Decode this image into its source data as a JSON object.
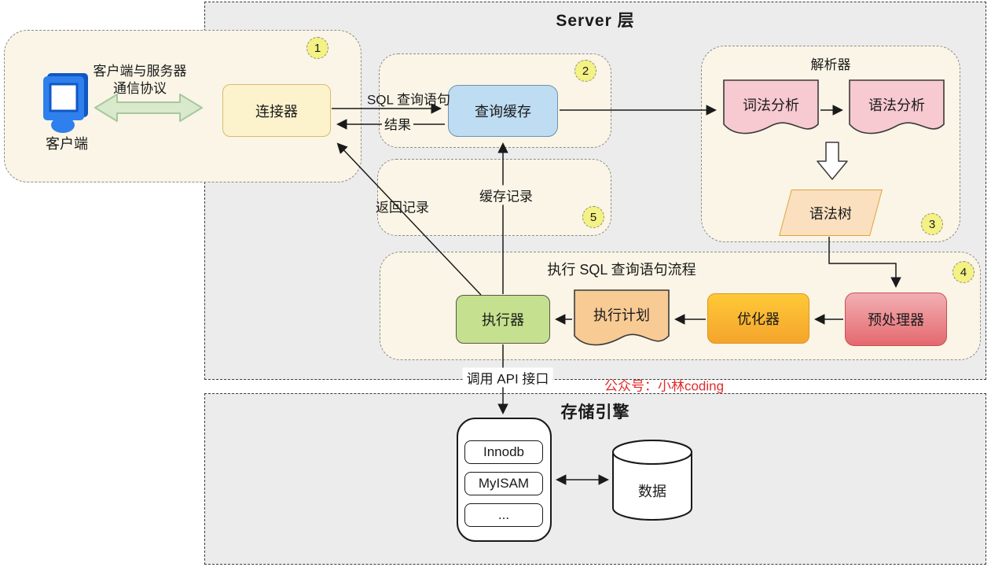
{
  "diagram": {
    "server_layer": {
      "title": "Server 层"
    },
    "storage_layer": {
      "title": "存储引擎",
      "engines": [
        "Innodb",
        "MyISAM",
        "..."
      ],
      "data_store": "数据"
    },
    "client_section": {
      "badge": "1",
      "client_label": "客户端",
      "protocol_line1": "客户端与服务器",
      "protocol_line2": "通信协议",
      "connector": "连接器"
    },
    "query_cache_section": {
      "badge": "2",
      "cache": "查询缓存"
    },
    "parser_section": {
      "badge": "3",
      "title": "解析器",
      "lexical": "词法分析",
      "syntactic": "语法分析",
      "tree": "语法树"
    },
    "exec_section": {
      "badge": "4",
      "title": "执行 SQL 查询语句流程",
      "executor": "执行器",
      "plan": "执行计划",
      "optimizer": "优化器",
      "preprocessor": "预处理器"
    },
    "cache_record_section": {
      "badge": "5",
      "label": "缓存记录"
    },
    "edge_labels": {
      "sql_query": "SQL 查询语句",
      "result": "结果",
      "return_record": "返回记录",
      "call_api": "调用 API 接口"
    },
    "watermark": "公众号：小林coding"
  },
  "colors": {
    "watermark_red": "#e32b2b",
    "layer_bg": "#ececec",
    "panel_bg": "#faf5e6",
    "connector_fill": "#fcf3cd",
    "query_cache_fill": "#bedcf2",
    "doc_pink_fill": "#f7c9d1",
    "tree_fill": "#fbe0c0",
    "executor_fill": "#c5e08e",
    "plan_fill": "#f8ca94",
    "optimizer_gradient": "#fec937 → #f5a42c",
    "preprocessor_gradient": "#f2afb3 → #e4696e",
    "badge_fill": "#f4f185",
    "green_arrow_fill": "#d9e9cb"
  }
}
